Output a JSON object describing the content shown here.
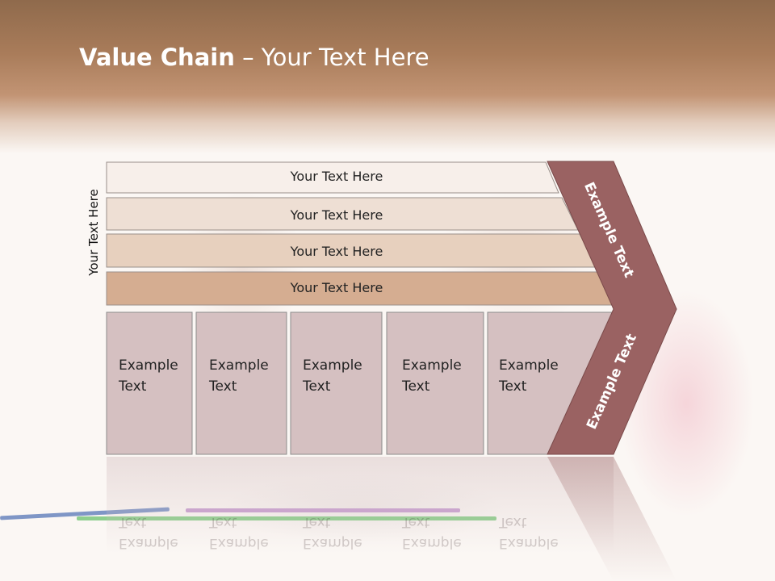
{
  "slide": {
    "title_bold": "Value Chain",
    "title_rest": " – Your Text Here",
    "side_label": "Your Text Here"
  },
  "rows": [
    {
      "label": "Your Text Here",
      "fill": "#f7efea"
    },
    {
      "label": "Your Text Here",
      "fill": "#eedfd4"
    },
    {
      "label": "Your Text Here",
      "fill": "#e7d0be"
    },
    {
      "label": "Your Text Here",
      "fill": "#d5ad91"
    }
  ],
  "boxes": [
    {
      "line1": "Example",
      "line2": "Text"
    },
    {
      "line1": "Example",
      "line2": "Text"
    },
    {
      "line1": "Example",
      "line2": "Text"
    },
    {
      "line1": "Example",
      "line2": "Text"
    },
    {
      "line1": "Example",
      "line2": "Text"
    }
  ],
  "chevron": {
    "upper_label": "Example Text",
    "lower_label": "Example Text",
    "color": "#9a6262"
  },
  "colors": {
    "box_fill": "#d5c0c1",
    "box_border": "#8c8c8c"
  }
}
